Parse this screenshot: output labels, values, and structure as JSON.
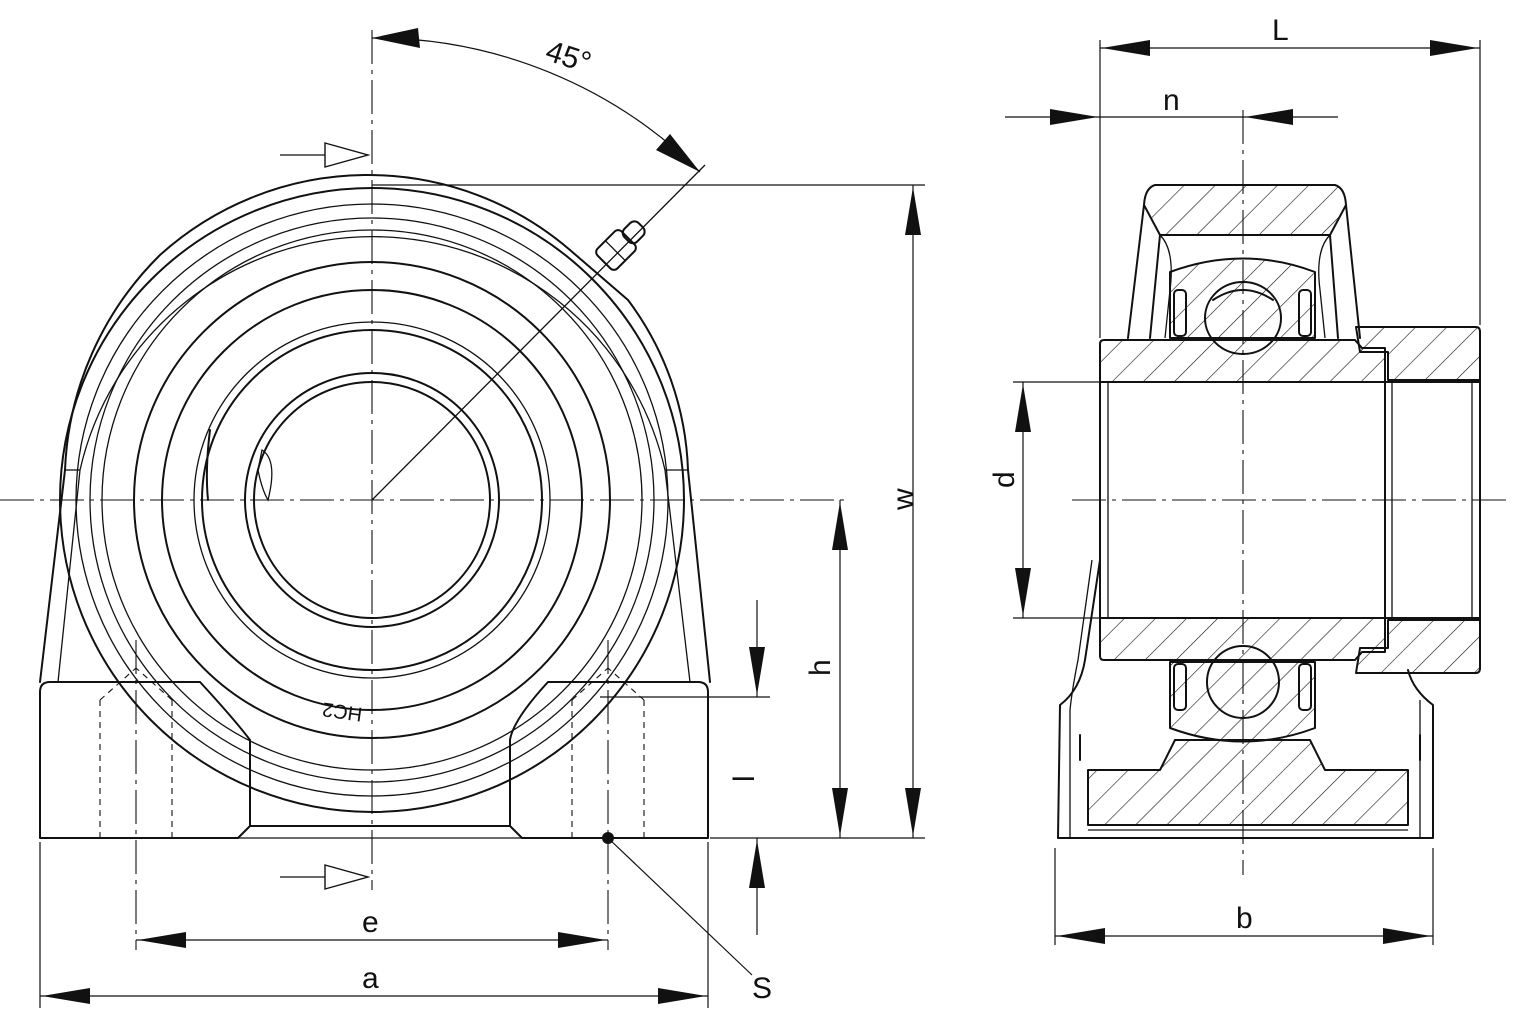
{
  "labels": {
    "angle": "45°",
    "L": "L",
    "n": "n",
    "w": "w",
    "d": "d",
    "h": "h",
    "l": "l",
    "e": "e",
    "a": "a",
    "s": "S",
    "b": "b"
  },
  "housing_marking": "HC2"
}
